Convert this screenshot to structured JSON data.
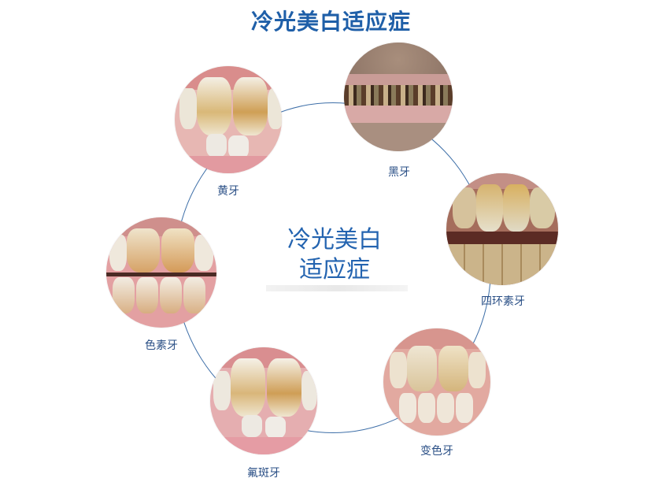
{
  "title": "冷光美白适应症",
  "center": {
    "line1": "冷光美白",
    "line2": "适应症"
  },
  "colors": {
    "title": "#1f5fa8",
    "ring": "#3e6fa8",
    "label": "#2a4f86"
  },
  "items": [
    {
      "label": "黄牙",
      "icon": "yellow-teeth-photo"
    },
    {
      "label": "黑牙",
      "icon": "black-teeth-photo"
    },
    {
      "label": "四环素牙",
      "icon": "tetracycline-teeth-photo"
    },
    {
      "label": "变色牙",
      "icon": "discolored-teeth-photo"
    },
    {
      "label": "氟斑牙",
      "icon": "fluorosis-teeth-photo"
    },
    {
      "label": "色素牙",
      "icon": "pigmented-teeth-photo"
    }
  ]
}
